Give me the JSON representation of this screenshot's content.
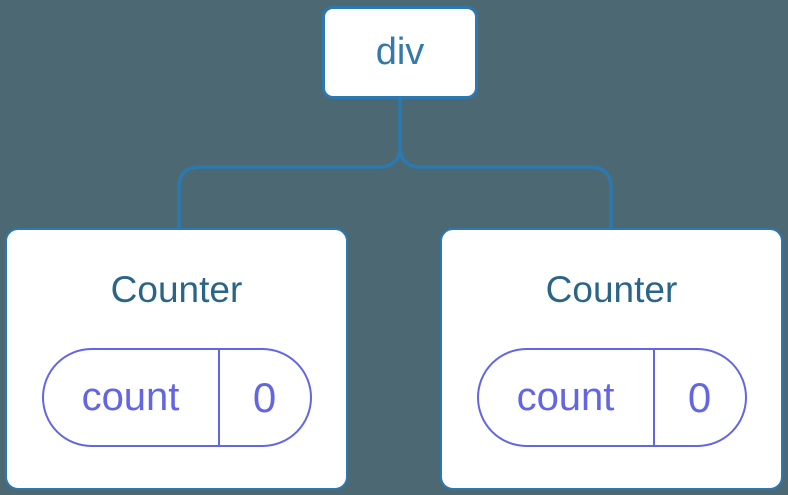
{
  "colors": {
    "background": "#4C6873",
    "line-blue": "#2B79AF",
    "node-label-blue": "#3579A8",
    "component-title-blue": "#2A6587",
    "state-purple": "#6366E3",
    "card-white": "#FFFFFF"
  },
  "tree": {
    "root": {
      "label": "div"
    },
    "children": [
      {
        "title": "Counter",
        "state": {
          "key": "count",
          "value": "0"
        }
      },
      {
        "title": "Counter",
        "state": {
          "key": "count",
          "value": "0"
        }
      }
    ]
  }
}
